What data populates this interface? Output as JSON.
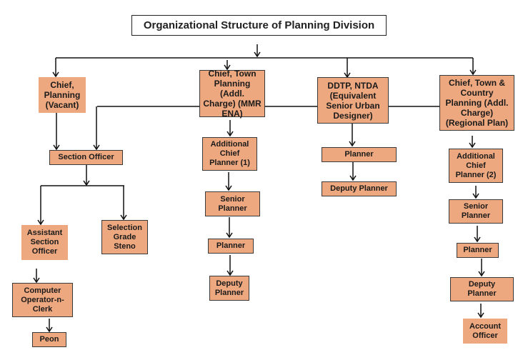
{
  "title": "Organizational Structure of Planning Division",
  "colors": {
    "box_fill": "#eea87f",
    "line": "#111111"
  },
  "nodes": {
    "chief_planning": "Chief,\nPlanning\n(Vacant)",
    "chief_town_planning": "Chief, Town\nPlanning (Addl.\nCharge) (MMR\nENA)",
    "ddtp_ntda": "DDTP, NTDA\n(Equivalent\nSenior Urban\nDesigner)",
    "chief_town_country": "Chief, Town &\nCountry\nPlanning (Addl.\nCharge)\n(Regional Plan)",
    "section_officer": "Section Officer",
    "assistant_section_officer": "Assistant\nSection\nOfficer",
    "selection_grade_steno": "Selection\nGrade\nSteno",
    "computer_operator": "Computer\nOperator-n-\nClerk",
    "peon": "Peon",
    "acp1": "Additional\nChief\nPlanner (1)",
    "senior_planner_1": "Senior\nPlanner",
    "planner_1": "Planner",
    "deputy_planner_1": "Deputy\nPlanner",
    "planner_2": "Planner",
    "deputy_planner_2": "Deputy Planner",
    "acp2": "Additional\nChief\nPlanner (2)",
    "senior_planner_3": "Senior\nPlanner",
    "planner_3": "Planner",
    "deputy_planner_3": "Deputy\nPlanner",
    "account_officer": "Account\nOfficer"
  }
}
